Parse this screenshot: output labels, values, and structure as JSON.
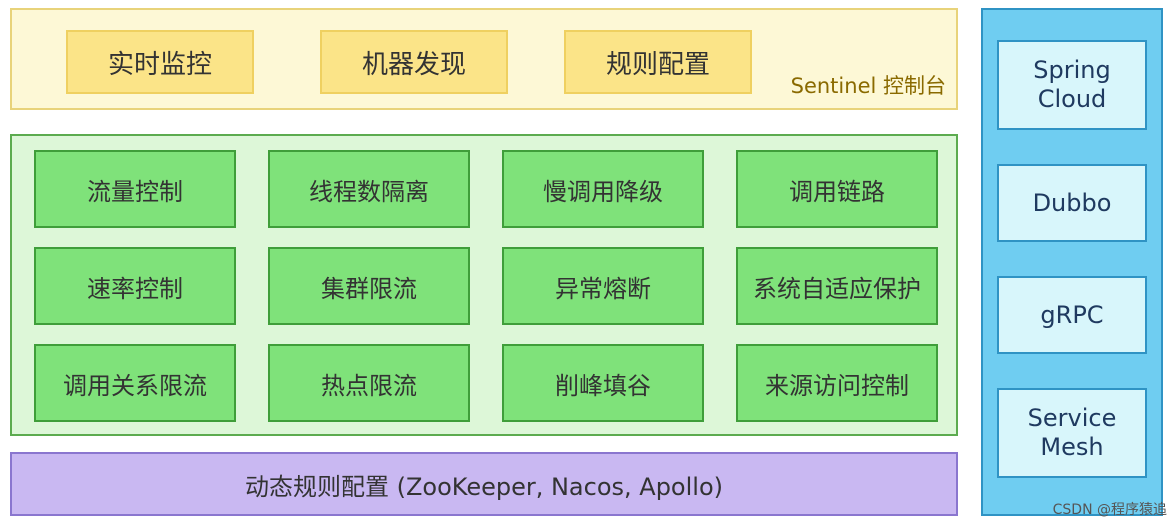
{
  "console": {
    "title": "Sentinel 控制台",
    "items": [
      "实时监控",
      "机器发现",
      "规则配置"
    ]
  },
  "features": {
    "items": [
      "流量控制",
      "线程数隔离",
      "慢调用降级",
      "调用链路",
      "速率控制",
      "集群限流",
      "异常熔断",
      "系统自适应保护",
      "调用关系限流",
      "热点限流",
      "削峰填谷",
      "来源访问控制"
    ]
  },
  "dynamic_rules": {
    "label": "动态规则配置 (ZooKeeper, Nacos, Apollo)"
  },
  "integrations": {
    "items": [
      "Spring\nCloud",
      "Dubbo",
      "gRPC",
      "Service\nMesh"
    ]
  },
  "watermark": "CSDN @程序猿追",
  "colors": {
    "console_bg": "#fdf8d6",
    "console_box": "#fbe488",
    "feature_bg": "#ddf7d8",
    "feature_box": "#7fe27a",
    "rule_bg": "#c9b8f2",
    "integration_bg": "#6fcdf1",
    "integration_box": "#d8f6fb"
  }
}
